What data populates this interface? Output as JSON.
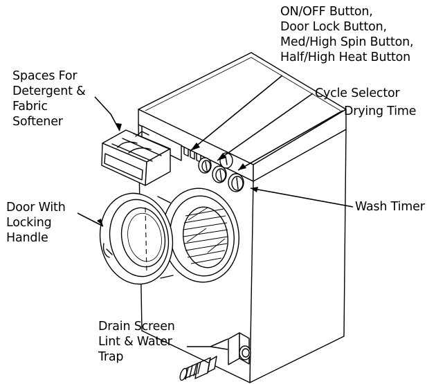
{
  "labels": {
    "controls": [
      "ON/OFF Button,",
      "Door Lock Button,",
      "Med/High Spin Button,",
      "Half/High Heat Button"
    ],
    "cycle_selector": "Cycle Selector",
    "drying_time": "Drying Time",
    "dispenser": [
      "Spaces For",
      "Detergent &",
      "Fabric",
      "Softener"
    ],
    "wash_timer": "Wash Timer",
    "door": [
      "Door With",
      "Locking",
      "Handle"
    ],
    "drain": [
      "Drain Screen",
      "Lint & Water",
      "Trap"
    ]
  }
}
